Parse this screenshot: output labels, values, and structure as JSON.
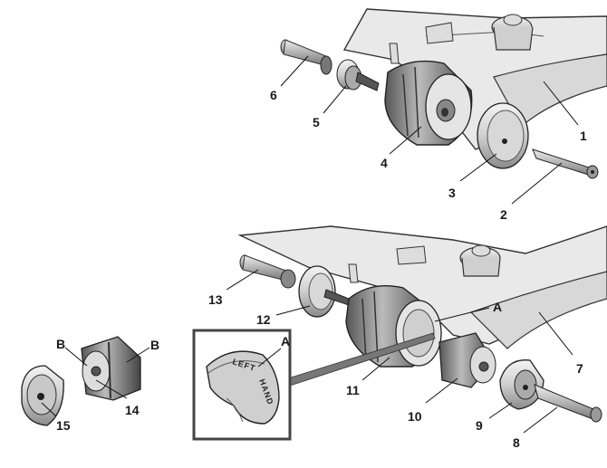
{
  "diagram": {
    "callouts": {
      "c1": "1",
      "c2": "2",
      "c3": "3",
      "c4": "4",
      "c5": "5",
      "c6": "6",
      "c7": "7",
      "c8": "8",
      "c9": "9",
      "c10": "10",
      "c11": "11",
      "c12": "12",
      "c13": "13",
      "c14": "14",
      "c15": "15",
      "a_main": "A",
      "a_inset": "A",
      "b_left": "B",
      "b_right": "B"
    },
    "inset": {
      "line1": "LEFT",
      "line2": "HAND"
    }
  }
}
